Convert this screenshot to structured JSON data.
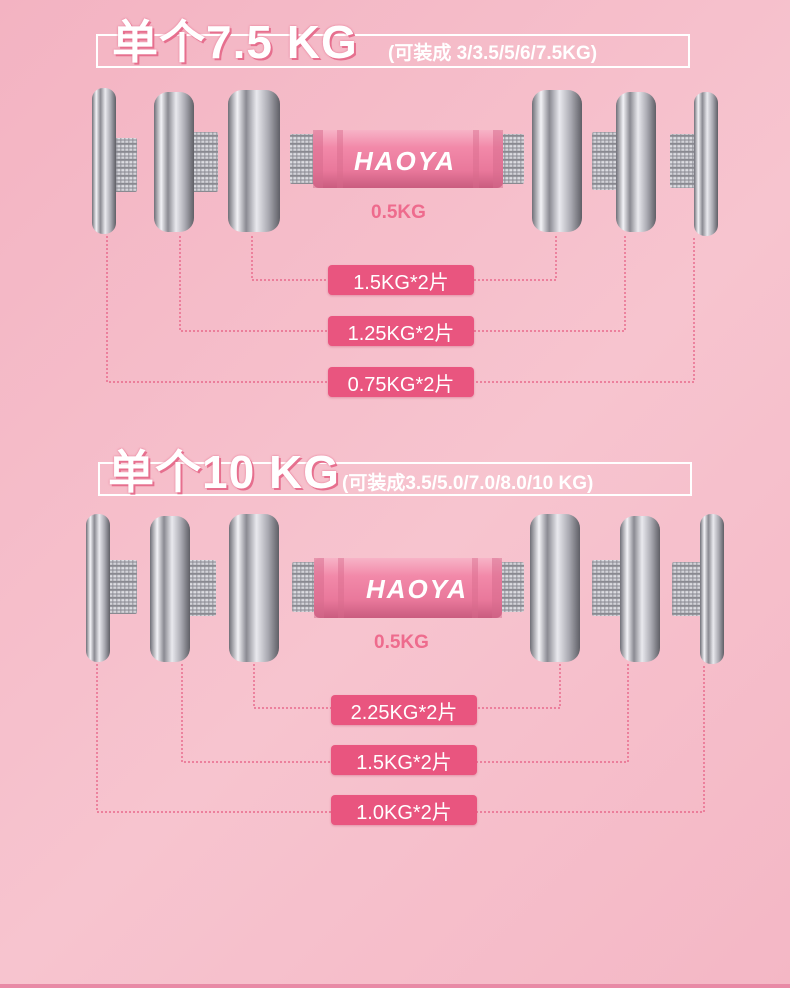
{
  "sets": [
    {
      "title": "单个7.5 KG",
      "subtitle": "(可装成 3/3.5/5/6/7.5KG)",
      "handle_weight": "0.5KG",
      "brand": "HAOYA",
      "plates": [
        {
          "label": "1.5KG*2片"
        },
        {
          "label": "1.25KG*2片"
        },
        {
          "label": "0.75KG*2片"
        }
      ]
    },
    {
      "title": "单个10 KG",
      "subtitle": "(可装成3.5/5.0/7.0/8.0/10 KG)",
      "handle_weight": "0.5KG",
      "brand": "HAOYA",
      "plates": [
        {
          "label": "2.25KG*2片"
        },
        {
          "label": "1.5KG*2片"
        },
        {
          "label": "1.0KG*2片"
        }
      ]
    }
  ],
  "colors": {
    "accent": "#e9557f",
    "handle_pink": "#f08aaa",
    "dotted_line": "#e5587f",
    "chrome": "#c9c9cf"
  }
}
